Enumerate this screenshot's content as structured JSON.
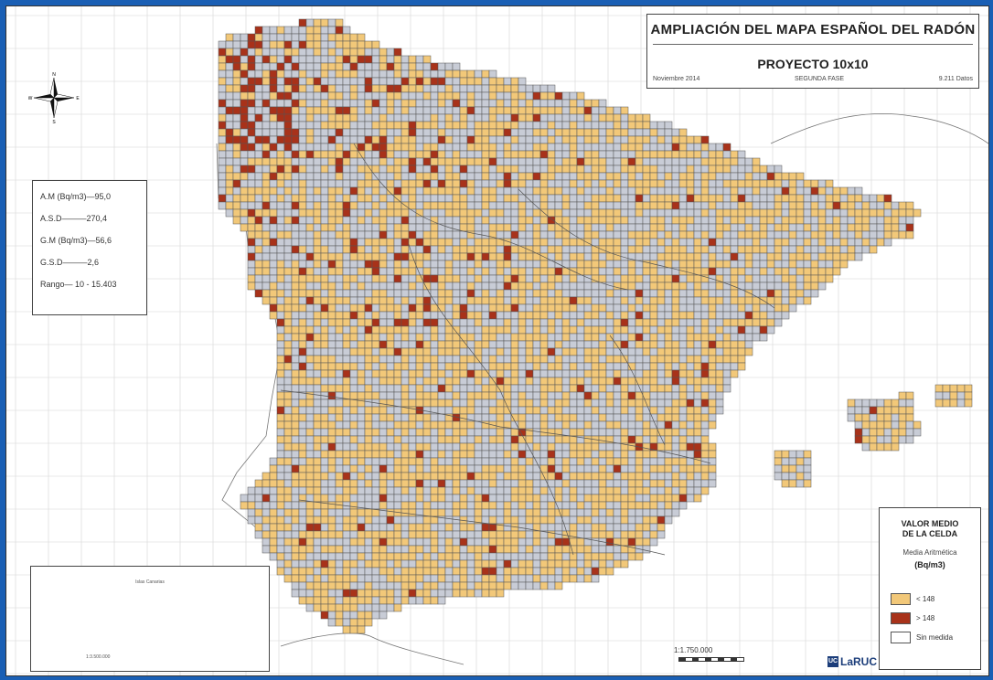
{
  "title": {
    "main": "AMPLIACIÓN DEL MAPA ESPAÑOL DEL RADÓN",
    "project": "PROYECTO 10x10",
    "date": "Noviembre 2014",
    "phase": "SEGUNDA FASE",
    "count": "9.211 Datos"
  },
  "stats": [
    "A.M (Bq/m3)—95,0",
    "A.S.D———270,4",
    "G.M (Bq/m3)—56,6",
    "G.S.D———2,6",
    "Rango— 10 - 15.403"
  ],
  "legend": {
    "title_line1": "VALOR MEDIO",
    "title_line2": "DE LA CELDA",
    "subtitle": "Media Aritmética",
    "unit": "(Bq/m3)",
    "items": [
      {
        "label": "< 148",
        "color": "#f2c879"
      },
      {
        "label": "> 148",
        "color": "#a8321a"
      },
      {
        "label": "Sin medida",
        "color": "#ffffff"
      }
    ]
  },
  "inset": {
    "title": "Islas Canarias",
    "scale": "1:3.500.000"
  },
  "scale": "1:1.750.000",
  "logo": "LaRUC",
  "logo_badge": "UC",
  "compass": {
    "n": "N",
    "s": "S",
    "e": "E",
    "w": "W"
  },
  "colors": {
    "low": "#f2c879",
    "high": "#a8321a",
    "none": "#ffffff",
    "land_unmeasured": "#c8ccd6",
    "frame": "#1a5fb4"
  }
}
